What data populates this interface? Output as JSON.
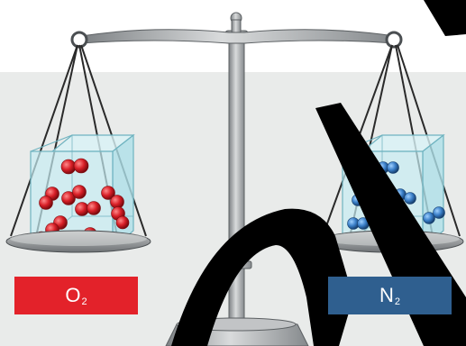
{
  "labels": {
    "left": {
      "main": "O",
      "sub": "2",
      "color": "#e3222a"
    },
    "right": {
      "main": "N",
      "sub": "2",
      "color": "#2f5f8f"
    }
  },
  "colors": {
    "background_band": "#e9ebea",
    "scale_metal": "#a9acae",
    "cube_fill": "#bfeaf0",
    "cube_edge": "#6fb3c0",
    "oxygen_atom": "#d81f27",
    "nitrogen_atom": "#3a7fc8",
    "overlay_stroke": "#000000"
  },
  "molecules": {
    "left_count": 9,
    "right_count": 9
  }
}
